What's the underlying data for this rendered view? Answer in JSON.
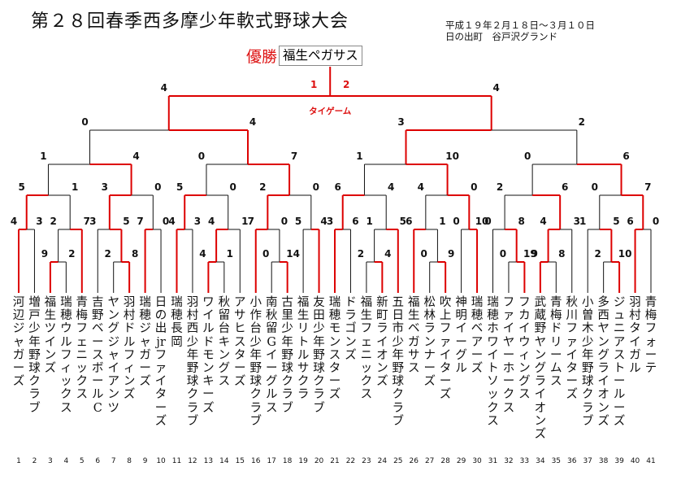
{
  "header": {
    "title": "第２８回春季西多摩少年軟式野球大会",
    "dates": "平成１９年２月１８日～３月１０日",
    "venue": "日の出町　谷戸沢グランド"
  },
  "winner": {
    "label": "優勝",
    "name": "福生ペガサス"
  },
  "teams": [
    "河辺ジャガーズ",
    "増戸少年野球クラブ",
    "福生ツインズ",
    "瑞穂ウルフィックス",
    "青梅フェニックス",
    "吉野ベースボールC",
    "ヤングジャイアンツ",
    "羽村ドルフィンズ",
    "瑞穂ジャガーズ",
    "日の出jrファイターズ",
    "瑞穂長岡",
    "羽村西少年野球クラブ",
    "ワイルドモンキーズ",
    "秋留台キングス",
    "アサヒスターズ",
    "小作台少年野球クラブ",
    "南秋留Gイーグルス",
    "古里少年野球クラブ",
    "福生リトルサクラ",
    "友田少年野球クラブ",
    "瑞穂モンスターズ",
    "ドラゴンズ",
    "福生フェニックス",
    "新町ライオンズ",
    "五日市少年野球クラブ",
    "福生ベガサス",
    "松林ランナーズ",
    "吹上ファイターズ",
    "神明イーグル",
    "瑞穂ベアーズ",
    "瑞穂ホワイトソックス",
    "ファイヤーホークス",
    "フカイウィングス",
    "武蔵野ヤングライオンズ",
    "青梅ドリームス",
    "秋川ファイターズ",
    "小曽木少年野球クラブ",
    "多西ヤングライオンズ",
    "ジュニアストールーズ",
    "羽村タイガル",
    "青梅フォーテ"
  ],
  "team_numbers": [
    "1",
    "2",
    "3",
    "4",
    "5",
    "6",
    "7",
    "8",
    "9",
    "10",
    "11",
    "12",
    "13",
    "14",
    "15",
    "16",
    "17",
    "18",
    "19",
    "20",
    "21",
    "22",
    "23",
    "24",
    "25",
    "26",
    "27",
    "28",
    "29",
    "30",
    "31",
    "32",
    "33",
    "34",
    "35",
    "36",
    "37",
    "38",
    "39",
    "40",
    "41"
  ],
  "bracket": {
    "final_note": "タイゲーム",
    "scores": {
      "round1": [
        "9",
        "2",
        "2",
        "8",
        "4",
        "1",
        "0",
        "14",
        "2",
        "4",
        "0",
        "9",
        "0",
        "19",
        "9",
        "8",
        "2",
        "10"
      ],
      "round2": [
        "4",
        "3",
        "2",
        "7",
        "3",
        "5",
        "7",
        "0",
        "4",
        "3",
        "4",
        "1",
        "7",
        "0",
        "5",
        "4",
        "3",
        "6",
        "1",
        "5",
        "6",
        "1",
        "0",
        "10",
        "0",
        "8",
        "4",
        "3",
        "1",
        "5",
        "6",
        "0"
      ],
      "round3": [
        "5",
        "1",
        "3",
        "0",
        "5",
        "0",
        "2",
        "0",
        "6",
        "4",
        "4",
        "0",
        "2",
        "6",
        "0",
        "7"
      ],
      "quarterfinal": [
        "1",
        "4",
        "0",
        "7",
        "1",
        "10",
        "0",
        "6"
      ],
      "semifinal": [
        "0",
        "4",
        "3",
        "2"
      ],
      "final_upper": [
        "4",
        "4"
      ],
      "final": [
        "1",
        "2"
      ]
    }
  }
}
